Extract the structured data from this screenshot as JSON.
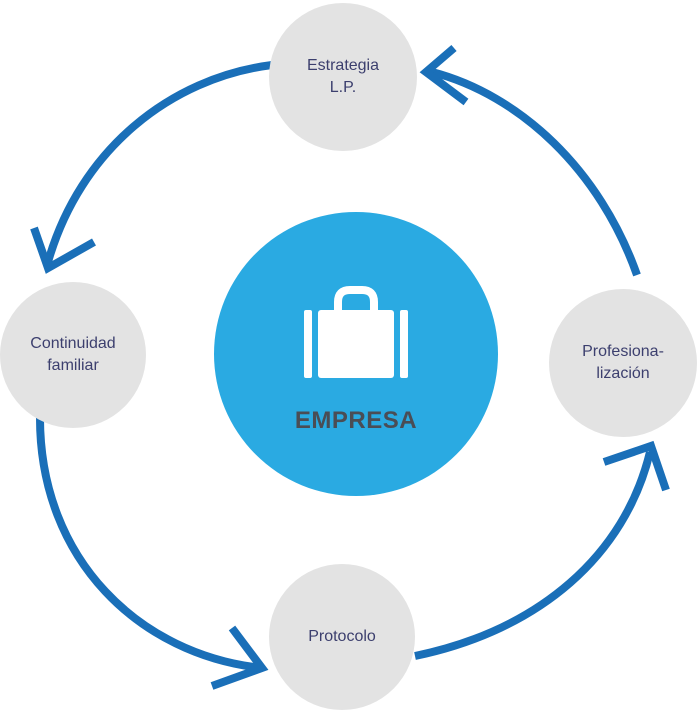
{
  "center": {
    "label": "EMPRESA",
    "icon": "briefcase-icon",
    "color": "#2aaae2"
  },
  "nodes": {
    "top": "Estrategia\nL.P.",
    "left": "Continuidad\nfamiliar",
    "right": "Profesiona-\nlización",
    "bottom": "Protocolo"
  },
  "colors": {
    "arrow": "#1a6fb8",
    "node_fill": "#e3e3e3",
    "node_text": "#3c3f6e"
  }
}
